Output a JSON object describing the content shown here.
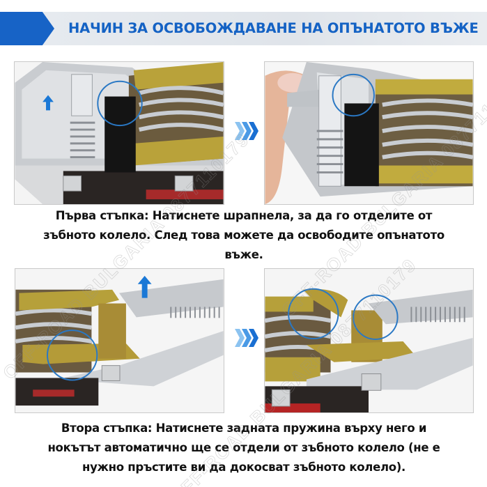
{
  "header": {
    "title": "НАЧИН ЗА ОСВОБОЖДАВАНЕ НА ОПЪНАТОТО ВЪЖЕ",
    "accent_color": "#1763c6",
    "title_color": "#1462c4"
  },
  "steps": [
    {
      "caption_lines": [
        "Първа стъпка: Натиснете шрапнела, за да го отделите от",
        "зъбното колело. След това можете да освободите опънатото",
        "въже."
      ],
      "images": [
        {
          "alt": "Ratchet pawl engaged on gear, blue arrow pointing up, highlight circle on pawl"
        },
        {
          "alt": "Finger pressing pawl lever to disengage from gear, highlight circle on pawl"
        }
      ],
      "arrow_icon": "chevron-triple-right-icon"
    },
    {
      "caption_lines": [
        "Втора стъпка: Натиснете задната пружина върху него и",
        "нокътът автоматично ще се отдели от зъбното колело (не е",
        "нужно пръстите ви да докосват зъбното колело)."
      ],
      "images": [
        {
          "alt": "Handle with rear spring, blue arrow up, highlight circle on gear"
        },
        {
          "alt": "Claw separated from gear, two highlight circles"
        }
      ],
      "arrow_icon": "chevron-triple-right-icon"
    }
  ],
  "watermark": {
    "text": "OFF-ROAD BULGARIA 0877110179"
  }
}
